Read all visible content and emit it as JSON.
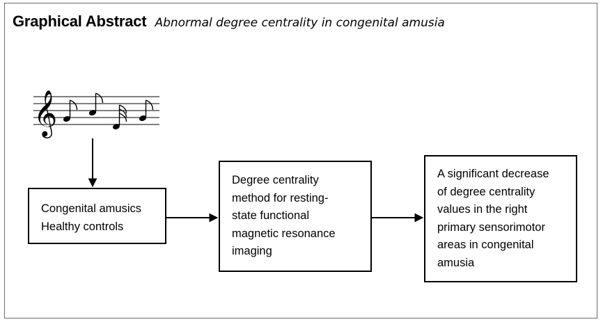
{
  "header": {
    "title": "Graphical Abstract",
    "subtitle": "Abnormal degree centrality in congenital amusia"
  },
  "boxes": {
    "groups": {
      "lines": [
        "Congenital amusics",
        "Healthy controls"
      ]
    },
    "method": {
      "lines": [
        "Degree centrality",
        "method for resting-",
        "state functional",
        "magnetic resonance",
        "imaging"
      ]
    },
    "finding": {
      "lines": [
        "A significant decrease",
        "of degree centrality",
        "values in the right",
        "primary sensorimotor",
        "areas in congenital",
        "amusia"
      ]
    }
  },
  "icons": {
    "music_staff": "music-staff-icon",
    "arrow": "arrow-icon"
  },
  "colors": {
    "stroke": "#000000",
    "border": "#6b6b6b"
  }
}
